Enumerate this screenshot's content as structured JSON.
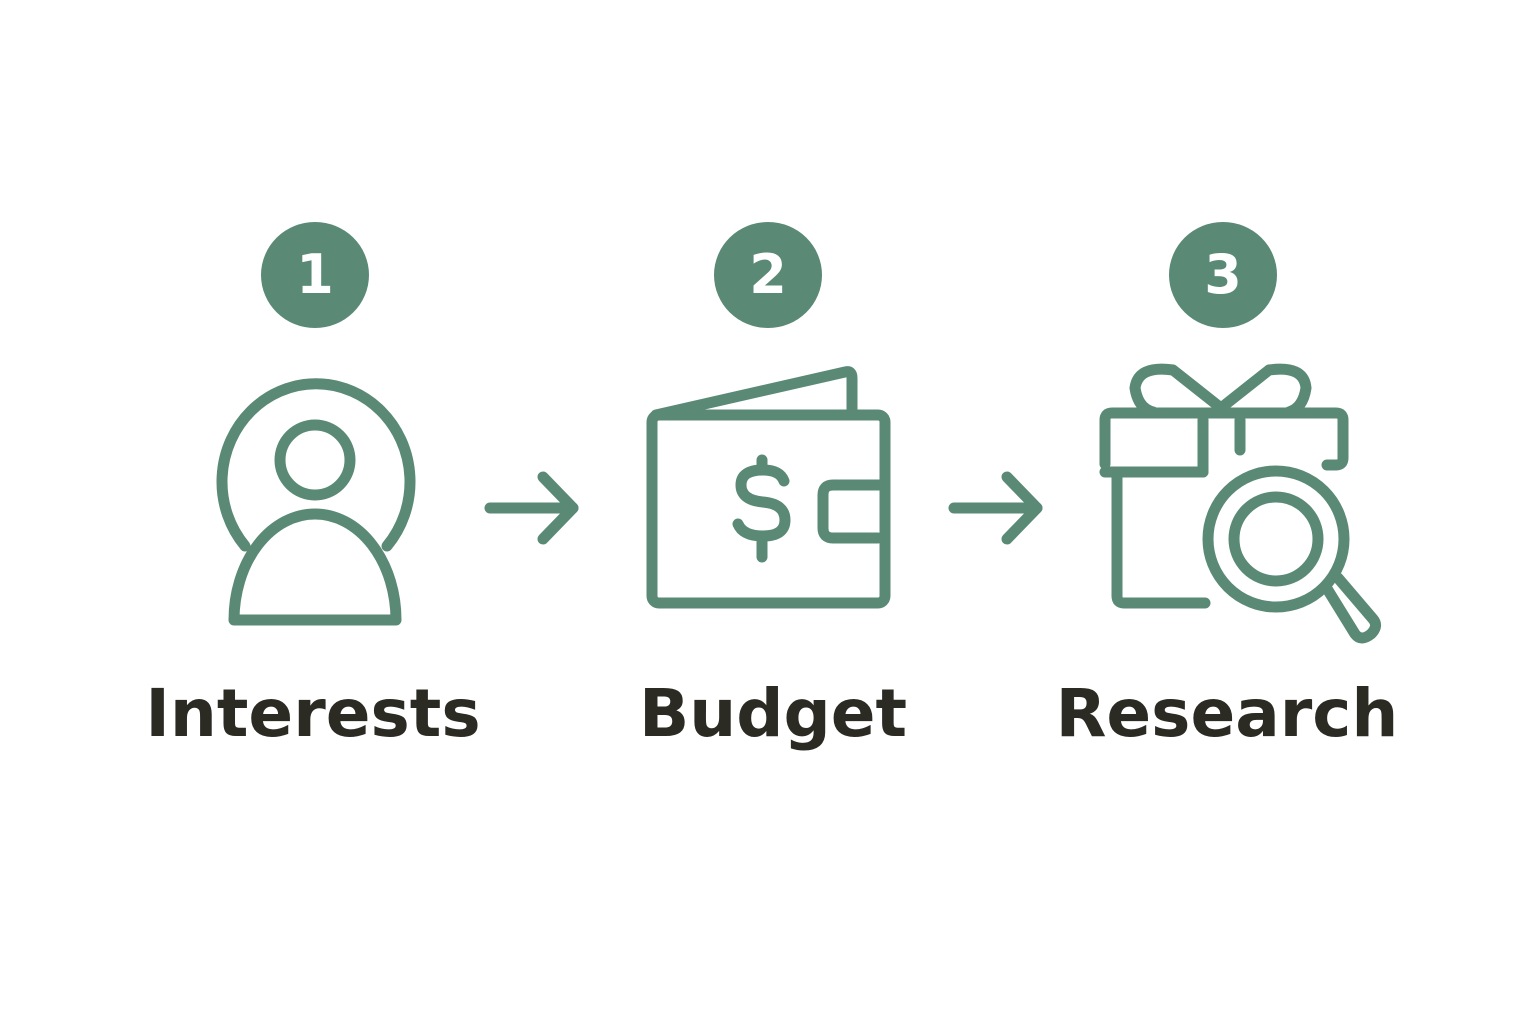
{
  "colors": {
    "accent": "#5a8a76",
    "text": "#2b2b24",
    "background": "#ffffff"
  },
  "steps": [
    {
      "number": "1",
      "label": "Interests",
      "icon": "person-icon"
    },
    {
      "number": "2",
      "label": "Budget",
      "icon": "wallet-icon"
    },
    {
      "number": "3",
      "label": "Research",
      "icon": "gift-search-icon"
    }
  ],
  "connectors": [
    "arrow-right-icon",
    "arrow-right-icon"
  ]
}
